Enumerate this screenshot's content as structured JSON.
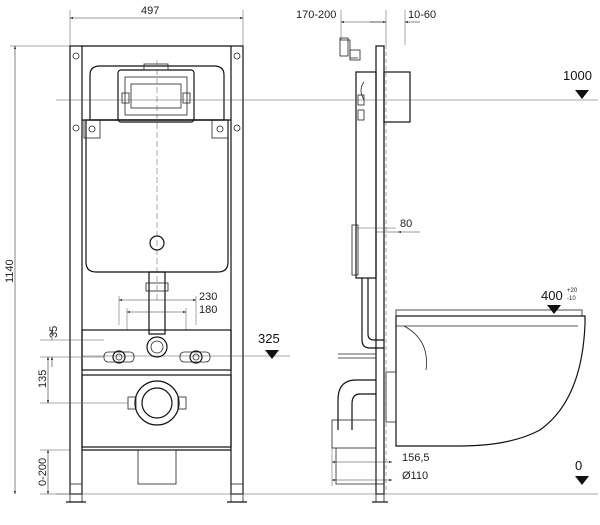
{
  "front_view": {
    "width_label": "497",
    "height_label": "1140",
    "flush_label": "35",
    "bolt_label": "135",
    "foot_label": "0-200",
    "stud_spacing_outer": "230",
    "stud_spacing_inner": "180"
  },
  "side_view": {
    "depth_label": "170-200",
    "wall_label": "10-60",
    "pipe_offset_label": "80",
    "outlet_depth_label": "156,5",
    "outlet_diameter_label": "Ø110"
  },
  "levels": {
    "top": "1000",
    "inlet": "325",
    "seat": "400",
    "seat_tol_plus": "+20",
    "seat_tol_minus": "-10",
    "floor": "0"
  }
}
